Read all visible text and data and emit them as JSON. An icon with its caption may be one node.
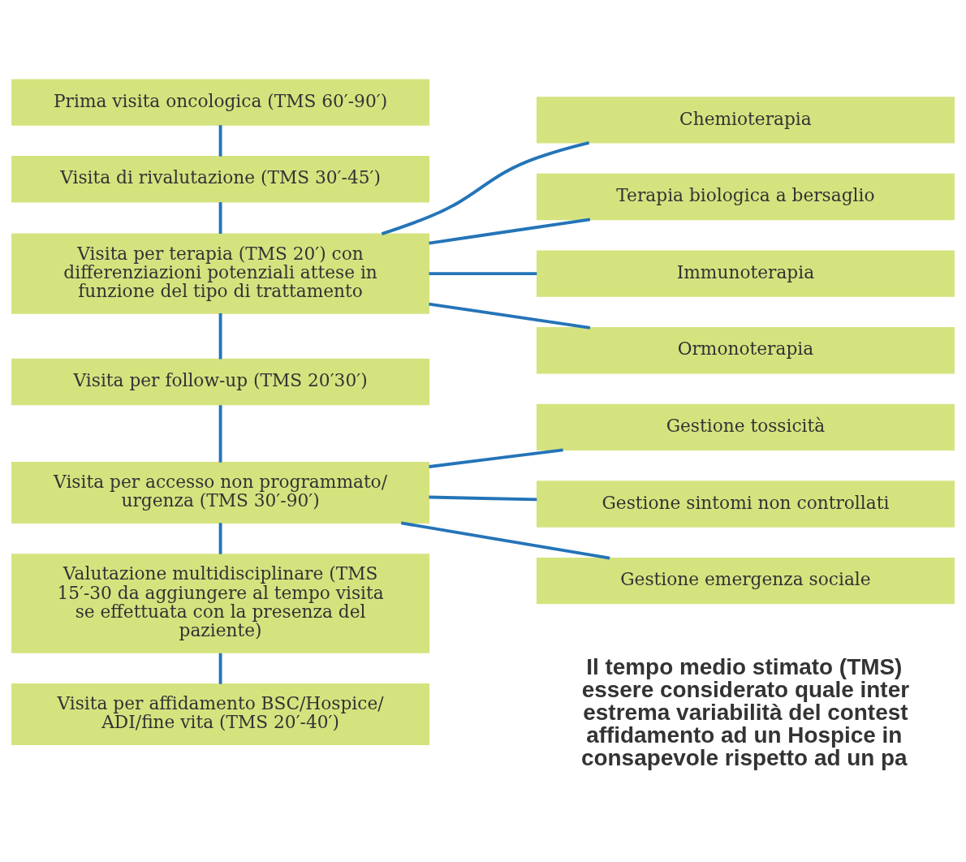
{
  "diagram": {
    "nodes": [
      {
        "text": [
          "Prima visita oncologica (TMS 60′-90′)"
        ]
      },
      {
        "text": [
          "Visita di rivalutazione (TMS 30′-45′)"
        ]
      },
      {
        "text": [
          "Visita per terapia (TMS 20′) con differenziazioni potenziali attese in funzione del tipo di trattamento"
        ]
      },
      {
        "text": [
          "Chemioterapia"
        ]
      },
      {
        "text": [
          "Terapia biologica a bersaglio"
        ]
      },
      {
        "text": [
          "Immunoterapia"
        ]
      },
      {
        "text": [
          "Ormonoterapia"
        ]
      },
      {
        "text": [
          "Visita per follow-up (TMS 20′30′)"
        ]
      },
      {
        "text": [
          "Visita per accesso non programmato/ urgenza (TMS 30′-90′)"
        ]
      },
      {
        "text": [
          "Gestione tossicità"
        ]
      },
      {
        "text": [
          "Gestione sintomi non controllati"
        ]
      },
      {
        "text": [
          "Gestione emergenza sociale"
        ]
      },
      {
        "text": [
          "Valutazione multidisciplinare (TMS 15′-30 da aggiungere al tempo visita se effettuata con la presenza del paziente)"
        ]
      },
      {
        "text": [
          "Visita per affidamento BSC/Hospice/ ADI/fine vita (TMS 20′-40′)"
        ]
      }
    ],
    "edges": [
      {
        "from": 0,
        "to": 1,
        "arrow": "none"
      },
      {
        "from": 1,
        "to": 2,
        "arrow": "none"
      },
      {
        "from": 2,
        "to": 3,
        "arrow": "none"
      },
      {
        "from": 2,
        "to": 4,
        "arrow": "none"
      },
      {
        "from": 2,
        "to": 5,
        "arrow": "none"
      },
      {
        "from": 2,
        "to": 6,
        "arrow": "none"
      },
      {
        "from": 2,
        "to": 7,
        "arrow": "none"
      },
      {
        "from": 7,
        "to": 8,
        "arrow": "none"
      },
      {
        "from": 8,
        "to": 9,
        "arrow": "none"
      },
      {
        "from": 8,
        "to": 10,
        "arrow": "none"
      },
      {
        "from": 8,
        "to": 11,
        "arrow": "none"
      },
      {
        "from": 8,
        "to": 12,
        "arrow": "none"
      },
      {
        "from": 12,
        "to": 13,
        "arrow": "none"
      }
    ],
    "labels": [
      "Il tempo medio stimato (TMS) essere considerato quale inter estrema variabilità del contest affidamento ad un Hospice in consapevole rispetto ad un pa"
    ]
  }
}
